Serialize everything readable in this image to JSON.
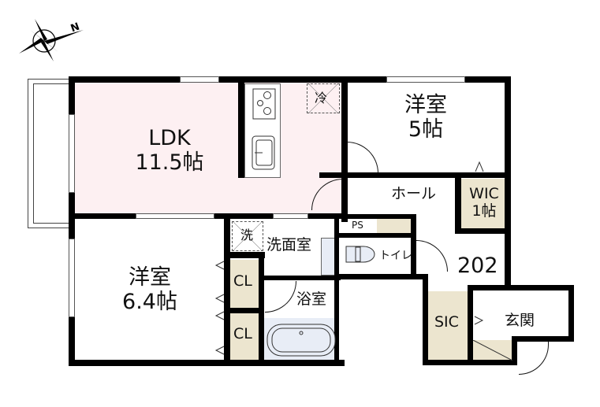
{
  "plan": {
    "unit_number": "202",
    "compass": {
      "icon": "compass-rose-icon",
      "north_label": "N"
    },
    "colors": {
      "ldk_fill": "#fdf0f2",
      "storage_fill": "#ece5cf",
      "wet_fill": "#e8edf6",
      "wall": "#000000"
    },
    "rooms": {
      "ldk": {
        "name": "LDK",
        "size": "11.5帖"
      },
      "western_room_1": {
        "name": "洋室",
        "size": "5帖"
      },
      "western_room_2": {
        "name": "洋室",
        "size": "6.4帖"
      },
      "hall": {
        "name": "ホール"
      },
      "wic": {
        "name": "WIC",
        "size": "1帖"
      },
      "ps": {
        "name": "PS"
      },
      "toilet": {
        "name": "トイレ"
      },
      "washroom": {
        "name": "洗面室"
      },
      "washer": {
        "name": "洗"
      },
      "bathroom": {
        "name": "浴室"
      },
      "closet_1": {
        "name": "CL"
      },
      "closet_2": {
        "name": "CL"
      },
      "sic": {
        "name": "SIC"
      },
      "entrance": {
        "name": "玄関"
      },
      "fridge": {
        "name": "冷"
      }
    }
  }
}
